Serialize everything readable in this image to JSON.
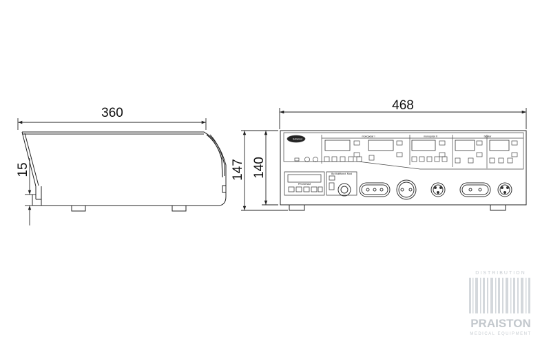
{
  "dimensions": {
    "side_depth": "360",
    "side_height": "15",
    "front_height_outer": "147",
    "front_height_inner": "140",
    "front_width": "468"
  },
  "front_panel": {
    "logo": "Sofamed",
    "monopolar_1": "monopolar I",
    "monopolar_2": "monopolar II",
    "bipolar": "bipolar",
    "program": "PROGRAM",
    "multifunction": "Bp Multifunct. Mod"
  },
  "watermark": {
    "top": "DISTRIBUTION",
    "brand": "PRAISTON",
    "sub": "MEDICAL EQUIPMENT"
  },
  "colors": {
    "line": "#222222",
    "panel_line": "#444444",
    "watermark": "#c8cdd2"
  }
}
